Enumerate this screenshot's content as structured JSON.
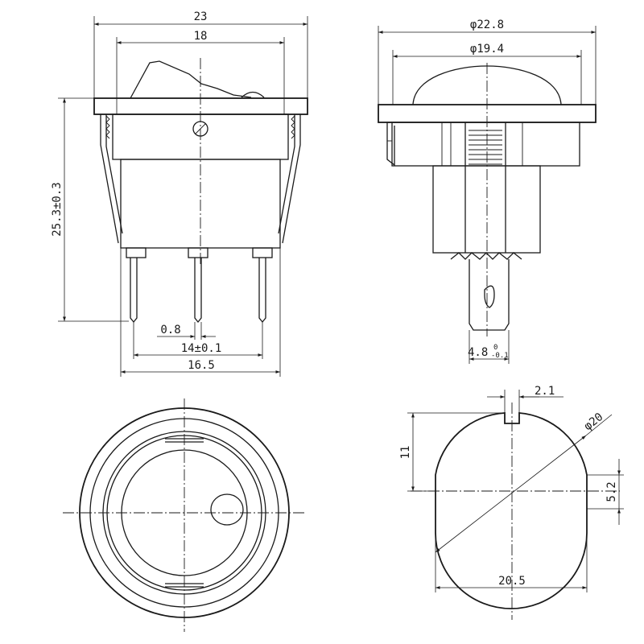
{
  "front_view": {
    "dim_overall_width": "23",
    "dim_body_width": "18",
    "dim_height": "25.3±0.3",
    "dim_pin_thickness": "0.8",
    "dim_pin_pitch": "14±0.1",
    "dim_base_width": "16.5"
  },
  "side_view": {
    "dim_flange_diameter": "φ22.8",
    "dim_cap_diameter": "φ19.4",
    "dim_terminal_width": "4.8",
    "dim_terminal_tol_upper": "0",
    "dim_terminal_tol_lower": "-0.1"
  },
  "cutout_view": {
    "dim_notch_width": "2.1",
    "dim_diameter": "φ20",
    "dim_upper_height": "11",
    "dim_flat_height": "5.2",
    "dim_flat_width": "20.5"
  },
  "colors": {
    "line": "#1a1a1a",
    "background": "#ffffff"
  }
}
